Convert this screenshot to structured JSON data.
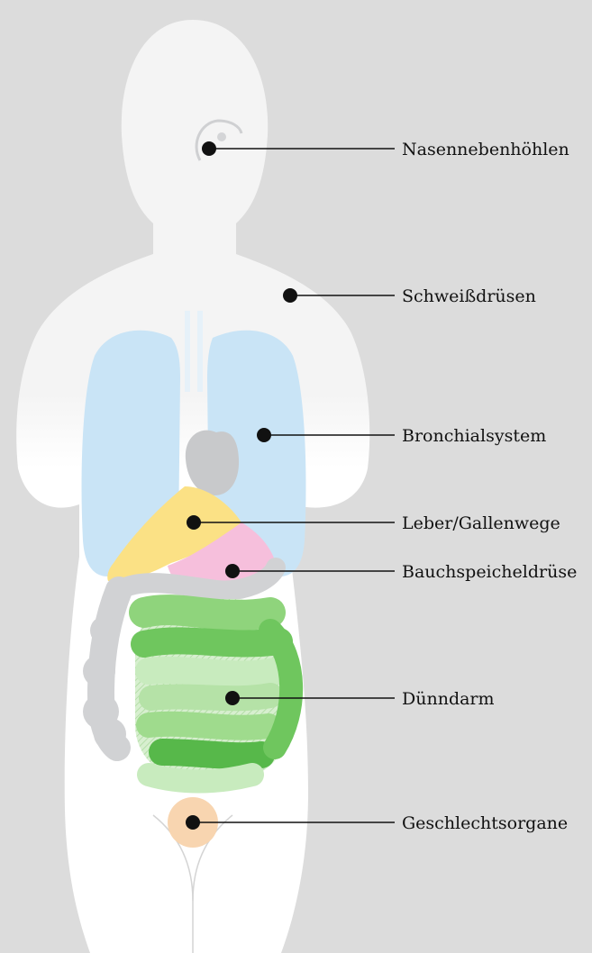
{
  "colors": {
    "background": "#dcdcdc",
    "body": "#ffffff",
    "lungs": "#c9e4f6",
    "liver": "#fbe185",
    "pancreas": "#f6bfdc",
    "heart": "#c8c9cb",
    "colon": "#d1d2d4",
    "small_intestine_light": "#c8ebbe",
    "small_intestine_mid": "#8fd47c",
    "small_intestine_dark": "#57b84a",
    "reproductive": "#f8d5b0",
    "marker": "#111111",
    "line": "#111111"
  },
  "labels": {
    "sinuses": "Nasennebenhöhlen",
    "sweat_glands": "Schweißdrüsen",
    "bronchial": "Bronchialsystem",
    "liver": "Leber/Gallenwege",
    "pancreas": "Bauchspeicheldrüse",
    "small_intestine": "Dünndarm",
    "reproductive": "Geschlechtsorgane"
  }
}
